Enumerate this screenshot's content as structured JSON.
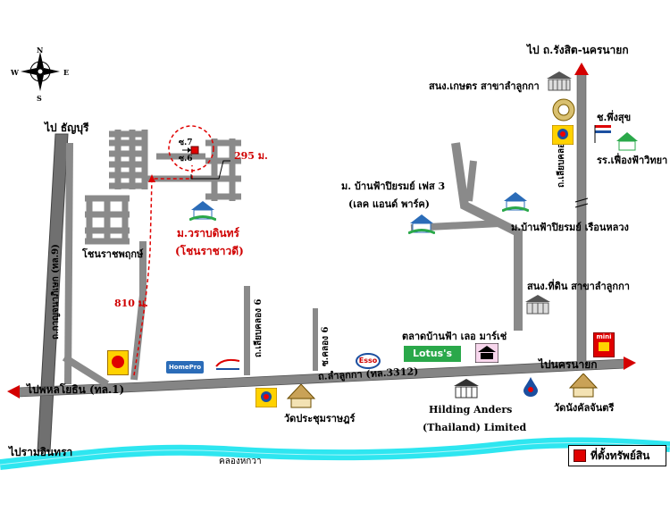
{
  "map": {
    "compass": {
      "n": "N",
      "s": "S",
      "e": "E",
      "w": "W"
    },
    "labels": {
      "to_rangsit": "ไป ถ.รังสิต-นครนายก",
      "to_thanyaburi": "ไป ธัญบุรี",
      "bank_kaset": "สนง.เกษตร สาขาลำลูกกา",
      "soi_phungsuk": "ช.พึ่งสุข",
      "school": "รร.เฟื่องฟ้าวิทยา",
      "soi7": "ซ.7",
      "soi6": "ซ.6",
      "dist_295": "295 ม.",
      "village_phase3_line1": "ม. บ้านฟ้าปิยรมย์ เฟส 3",
      "village_phase3_line2": "(เลค แอนด์ พาร์ค)",
      "village_ruanluang": "ม.บ้านฟ้าปิยรมย์ เรือนหลวง",
      "village_warabarin_line1": "ม.วราบดินทร์",
      "village_warabarin_line2": "(โชนราชาวดี)",
      "chon_ratchaphruk": "โชนราชพฤกษ์",
      "dist_810": "810 ม.",
      "land_office": "สนง.ที่ดิน สาขาลำลูกกา",
      "talad": "ตลาดบ้านฟ้า เลอ มาร์เช่",
      "lotus": "Lotus's",
      "esso": "Esso",
      "homepro": "HomePro",
      "to_nakhonnayok": "ไปนครนายก",
      "to_phahonyothin": "ไปพหลโยธิน (ทล.1)",
      "road_lumlukka": "ถ.ลำลูกกา (ทล.3312)",
      "wat_prachum": "วัดประชุมราษฎร์",
      "hilding_line1": "Hilding Anders",
      "hilding_line2": "(Thailand) Limited",
      "wat_nangkhan": "วัดนังคัลจันตรี",
      "to_ramintra": "ไปรามอินทรา",
      "khlong_hok_wa": "คลองหกวา",
      "road_kanchanaphisek": "ถ.กาญจนาภิเษก (ทล.9)",
      "road_khlong7": "ถ.เลียบคลอง 7",
      "road_khlong6": "ถ.เลียบคลอง 6",
      "soi_khlong6": "ซ.คลอง 6",
      "cj_mini": "mini",
      "legend": "ที่ตั้งทรัพย์สิน"
    },
    "colors": {
      "road": "#808080",
      "road_dark": "#6e6e6e",
      "canal": "#2ee6f0",
      "marker": "#e00000",
      "route_dashed": "#e00000",
      "lotus_green": "#2aa84a",
      "esso_blue": "#1b4fa0",
      "homepro_blue": "#2b6cb8"
    }
  }
}
